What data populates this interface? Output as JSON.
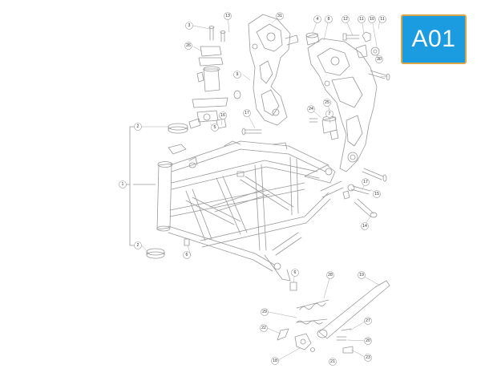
{
  "badge": {
    "label": "A01",
    "bg_color": "#1b9be0",
    "border_color": "#d9a74a"
  },
  "callouts": [
    {
      "key": "c1",
      "label": "1"
    },
    {
      "key": "c2a",
      "label": "2"
    },
    {
      "key": "c2b",
      "label": "2"
    },
    {
      "key": "c3",
      "label": "3"
    },
    {
      "key": "c4",
      "label": "4"
    },
    {
      "key": "c5",
      "label": "5"
    },
    {
      "key": "c6a",
      "label": "6"
    },
    {
      "key": "c6b",
      "label": "6"
    },
    {
      "key": "c7",
      "label": "7"
    },
    {
      "key": "c8",
      "label": "8"
    },
    {
      "key": "c9",
      "label": "9"
    },
    {
      "key": "c10",
      "label": "10"
    },
    {
      "key": "c11a",
      "label": "11"
    },
    {
      "key": "c11b",
      "label": "11"
    },
    {
      "key": "c12",
      "label": "12"
    },
    {
      "key": "c13",
      "label": "13"
    },
    {
      "key": "c14",
      "label": "14"
    },
    {
      "key": "c15",
      "label": "15"
    },
    {
      "key": "c16",
      "label": "16"
    },
    {
      "key": "c17a",
      "label": "17"
    },
    {
      "key": "c17b",
      "label": "17"
    },
    {
      "key": "c18",
      "label": "18"
    },
    {
      "key": "c19",
      "label": "19"
    },
    {
      "key": "c20",
      "label": "20"
    },
    {
      "key": "c21",
      "label": "21"
    },
    {
      "key": "c22",
      "label": "22"
    },
    {
      "key": "c23",
      "label": "23"
    },
    {
      "key": "c24",
      "label": "24"
    },
    {
      "key": "c25",
      "label": "25"
    },
    {
      "key": "c26",
      "label": "26"
    },
    {
      "key": "c27",
      "label": "27"
    },
    {
      "key": "c28",
      "label": "28"
    },
    {
      "key": "c29",
      "label": "29"
    },
    {
      "key": "c30",
      "label": "30"
    },
    {
      "key": "c31",
      "label": "31"
    }
  ]
}
